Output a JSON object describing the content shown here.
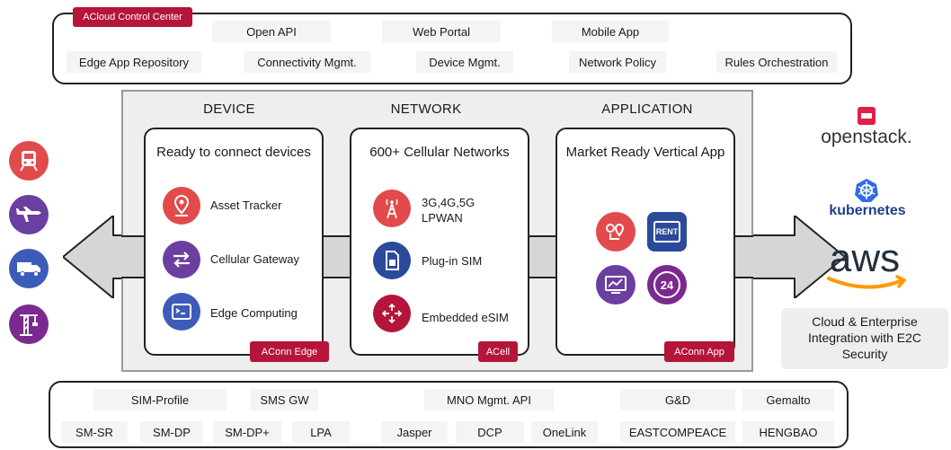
{
  "control_center": {
    "tag": "ACloud Control Center",
    "row1": [
      "Open API",
      "Web Portal",
      "Mobile App"
    ],
    "row2": [
      "Edge App Repository",
      "Connectivity Mgmt.",
      "Device Mgmt.",
      "Network Policy",
      "Rules Orchestration"
    ]
  },
  "columns": {
    "device": {
      "header": "DEVICE",
      "title": "Ready to connect devices",
      "items": [
        "Asset Tracker",
        "Cellular Gateway",
        "Edge Computing"
      ],
      "tag": "AConn Edge"
    },
    "network": {
      "header": "NETWORK",
      "title": "600+ Cellular Networks",
      "items": [
        "3G,4G,5G",
        "LPWAN",
        "Plug-in SIM",
        "Embedded eSIM"
      ],
      "tag": "ACell"
    },
    "application": {
      "header": "APPLICATION",
      "title": "Market Ready Vertical App",
      "tag": "AConn App",
      "icon_text": [
        "RENT",
        "24"
      ]
    }
  },
  "right": {
    "brands": [
      "openstack.",
      "kubernetes",
      "aws"
    ],
    "caption": [
      "Cloud & Enterprise",
      "Integration with E2C",
      "Security"
    ]
  },
  "bottom": {
    "row1": [
      "SIM-Profile",
      "SMS GW",
      "MNO Mgmt. API",
      "G&D",
      "Gemalto"
    ],
    "row2": [
      "SM-SR",
      "SM-DP",
      "SM-DP+",
      "LPA",
      "Jasper",
      "DCP",
      "OneLink",
      "EASTCOMPEACE",
      "HENGBAO"
    ]
  },
  "icons": {
    "left": [
      "train-icon",
      "airplane-icon",
      "truck-icon",
      "crane-icon"
    ],
    "colors": {
      "brand_red": "#b5153a",
      "icon_red": "#e14b4b",
      "icon_purple": "#6b3fa0",
      "icon_blue": "#3d5cb8",
      "icon_navy": "#2b4a9a",
      "icon_violet": "#7a2a8e"
    }
  }
}
